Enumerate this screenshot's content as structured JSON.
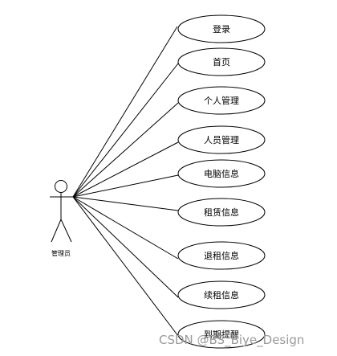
{
  "actor": {
    "label": "管理员"
  },
  "use_cases": [
    {
      "label": "登录"
    },
    {
      "label": "首页"
    },
    {
      "label": "个人管理"
    },
    {
      "label": "人员管理"
    },
    {
      "label": "电脑信息"
    },
    {
      "label": "租赁信息"
    },
    {
      "label": "退租信息"
    },
    {
      "label": "续租信息"
    },
    {
      "label": "到期提醒"
    }
  ],
  "watermark": "CSDN @BS_Biye_Design",
  "colors": {
    "stroke": "#000000",
    "fill": "#ffffff",
    "watermark": "#9a9a9a"
  }
}
